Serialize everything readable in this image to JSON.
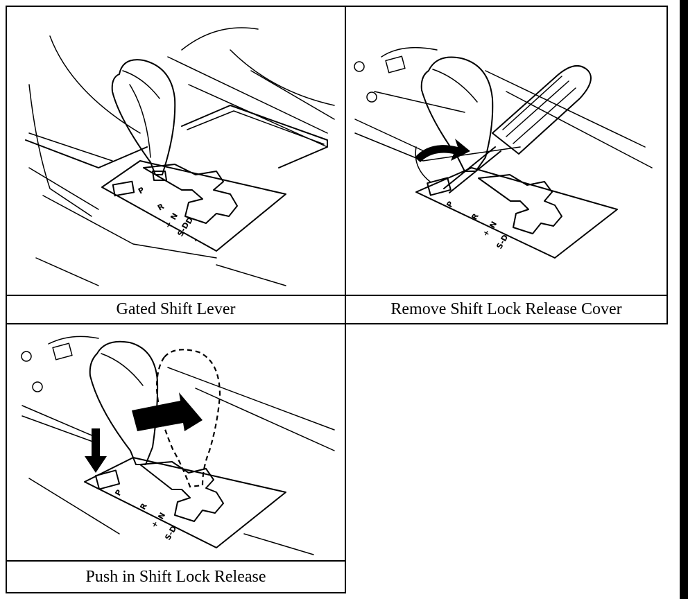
{
  "figures": [
    {
      "id": "fig1",
      "caption": "Gated Shift Lever",
      "illustration": "gated-shift-lever"
    },
    {
      "id": "fig2",
      "caption": "Remove Shift Lock Release Cover",
      "illustration": "screwdriver-removing-cover"
    },
    {
      "id": "fig3",
      "caption": "Push in Shift Lock Release",
      "illustration": "push-release-and-shift"
    }
  ],
  "gate_labels": {
    "p": "P",
    "r": "R",
    "n": "N",
    "plus": "+",
    "sd": "S-D",
    "d": "D",
    "minus": "-"
  }
}
